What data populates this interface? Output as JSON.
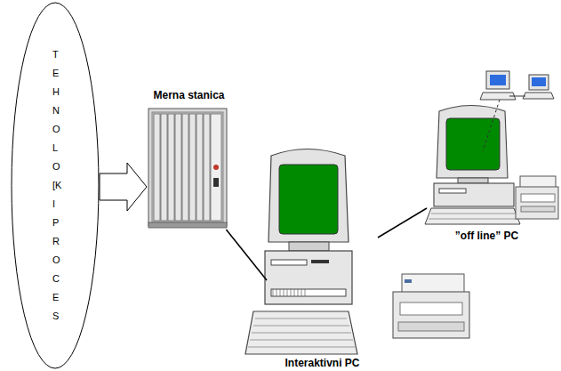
{
  "diagram": {
    "nodes": [
      {
        "text": [
          "TEHNOLO[KI PROCES"
        ]
      },
      {
        "text": [
          "Merna stanica"
        ]
      },
      {
        "text": [
          "Interaktivni PC"
        ]
      },
      {
        "text": [
          "”off line” PC"
        ]
      }
    ],
    "edges": [
      {
        "from": 0,
        "to": 1,
        "arrow": "to"
      },
      {
        "from": 1,
        "to": 2,
        "arrow": "none"
      },
      {
        "from": 2,
        "to": 3,
        "arrow": "none"
      }
    ]
  }
}
